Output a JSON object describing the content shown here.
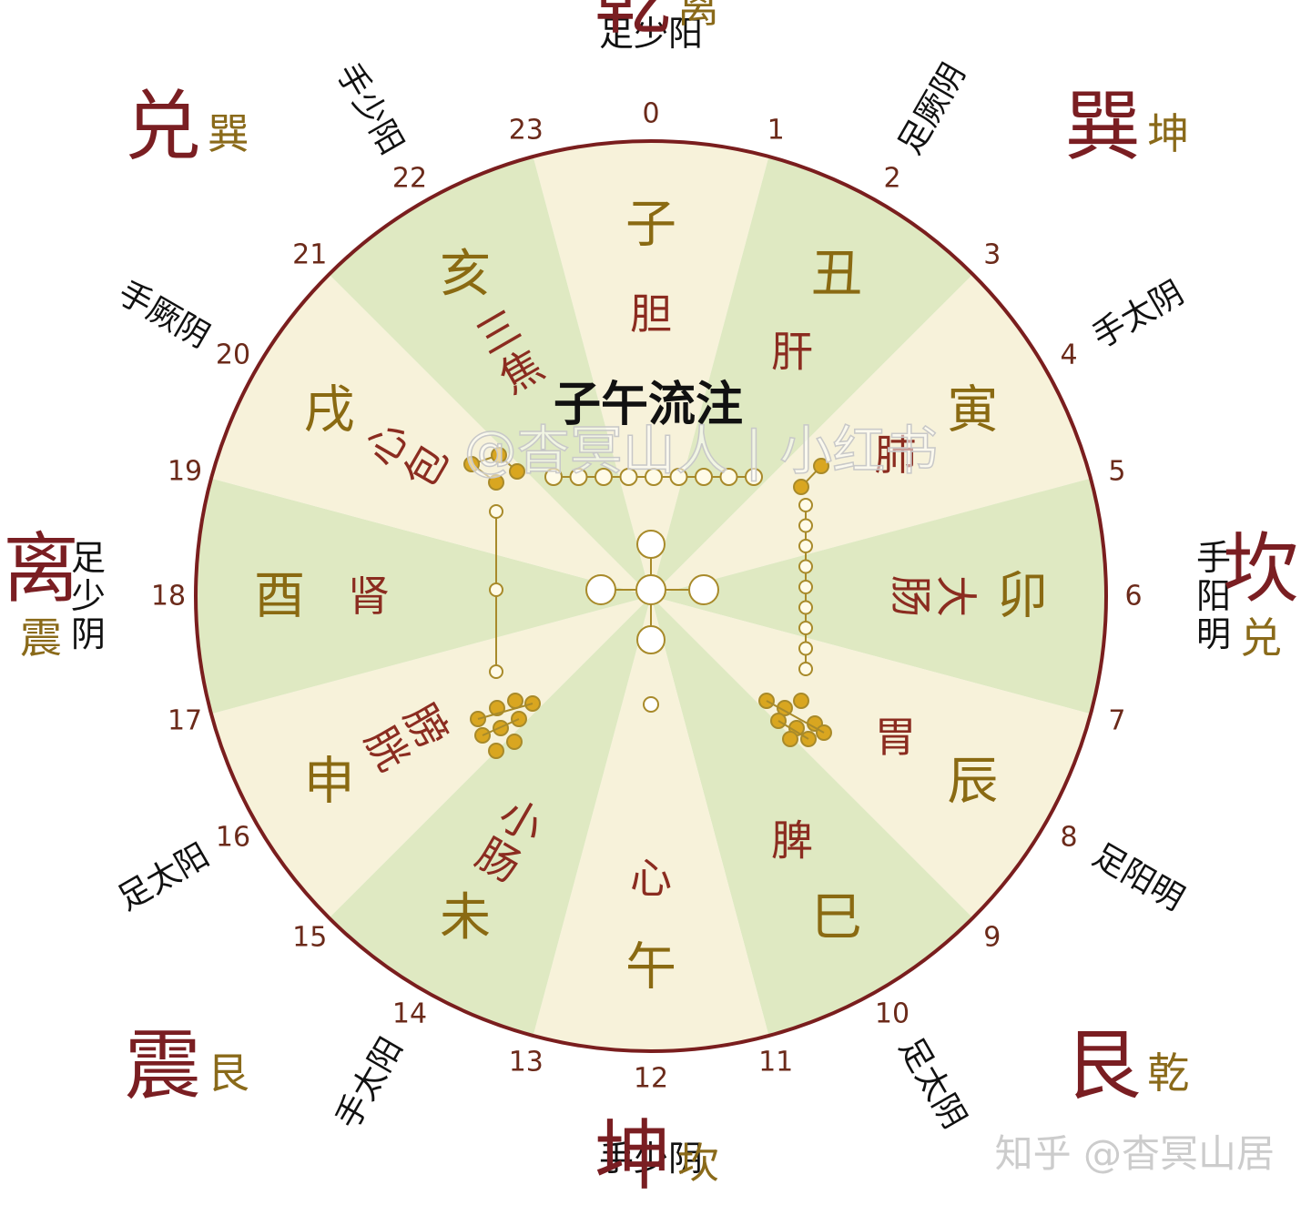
{
  "title": "子午流注",
  "colors": {
    "trigram_main": "#7a1e22",
    "trigram_sub": "#8a6a1a",
    "branch": "#8a6a12",
    "organ": "#8b2c20",
    "text": "#111111",
    "hour": "#6b2a1a",
    "sector_light": "#f7f2da",
    "sector_green": "#dfe9c2",
    "rim": "#7a1e1e",
    "node": "#d9a620",
    "watermark": "#cccccc"
  },
  "hours": [
    "0",
    "1",
    "2",
    "3",
    "4",
    "5",
    "6",
    "7",
    "8",
    "9",
    "10",
    "11",
    "12",
    "13",
    "14",
    "15",
    "16",
    "17",
    "18",
    "19",
    "20",
    "21",
    "22",
    "23"
  ],
  "branches": [
    {
      "branch": "子",
      "organ": "胆"
    },
    {
      "branch": "丑",
      "organ": "肝"
    },
    {
      "branch": "寅",
      "organ": "肺"
    },
    {
      "branch": "卯",
      "organ": "大肠"
    },
    {
      "branch": "辰",
      "organ": "胃"
    },
    {
      "branch": "巳",
      "organ": "脾"
    },
    {
      "branch": "午",
      "organ": "心"
    },
    {
      "branch": "未",
      "organ": "小肠"
    },
    {
      "branch": "申",
      "organ": "膀胱"
    },
    {
      "branch": "酉",
      "organ": "肾"
    },
    {
      "branch": "戌",
      "organ": "心包"
    },
    {
      "branch": "亥",
      "organ": "三焦"
    }
  ],
  "meridians": [
    "足少阳",
    "足厥阴",
    "手太阴",
    "手阳明",
    "足阳明",
    "足太阴",
    "手少阴",
    "手太阳",
    "足太阳",
    "足少阴",
    "手厥阴",
    "手少阳"
  ],
  "trigrams": [
    {
      "main": "乾",
      "sub": "离"
    },
    {
      "main": "巽",
      "sub": "坤"
    },
    {
      "main": "坎",
      "sub": "兑"
    },
    {
      "main": "艮",
      "sub": "乾"
    },
    {
      "main": "坤",
      "sub": "坎"
    },
    {
      "main": "震",
      "sub": "艮"
    },
    {
      "main": "离",
      "sub": "震"
    },
    {
      "main": "兑",
      "sub": "巽"
    }
  ],
  "watermark_center": "@杳冥山人 | 小红书",
  "watermark_corner": "知乎 @杳冥山居"
}
